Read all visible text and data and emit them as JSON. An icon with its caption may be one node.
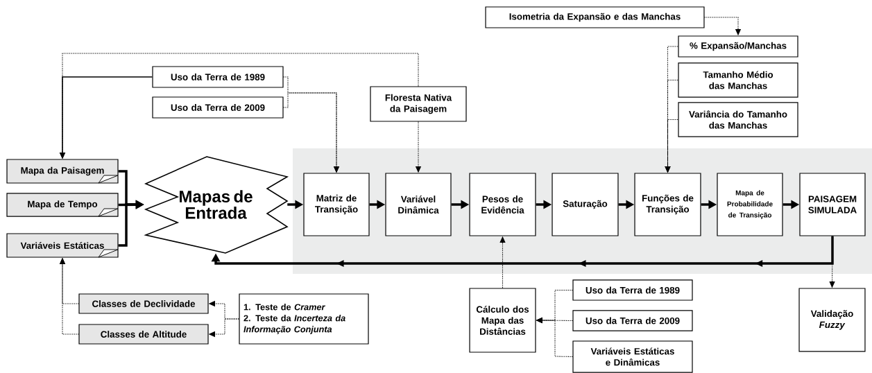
{
  "diagram": {
    "nodes": [
      {
        "text": [
          "Isometria da Expansão e das Manchas"
        ]
      },
      {
        "text": [
          "% Expansão/Manchas"
        ]
      },
      {
        "text": [
          "Tamanho Médio das Manchas"
        ]
      },
      {
        "text": [
          "Variância do Tamanho das Manchas"
        ]
      },
      {
        "text": [
          "Uso da Terra de 1989"
        ]
      },
      {
        "text": [
          "Uso da Terra de 2009"
        ]
      },
      {
        "text": [
          "Floresta Nativa da Paisagem"
        ]
      },
      {
        "text": [
          "Mapa da Paisagem"
        ]
      },
      {
        "text": [
          "Mapa de Tempo"
        ]
      },
      {
        "text": [
          "Variáveis Estáticas"
        ]
      },
      {
        "text": [
          "Mapas de Entrada"
        ]
      },
      {
        "text": [
          "Matriz de Transição"
        ]
      },
      {
        "text": [
          "Variável Dinâmica"
        ]
      },
      {
        "text": [
          "Pesos de Evidência"
        ]
      },
      {
        "text": [
          "Saturação"
        ]
      },
      {
        "text": [
          "Funções de Transição"
        ]
      },
      {
        "text": [
          "Mapa de Probabilidade de Transição"
        ]
      },
      {
        "text": [
          "PAISAGEM SIMULADA"
        ]
      },
      {
        "text": [
          "Classes de Declividade"
        ]
      },
      {
        "text": [
          "Classes de Altitude"
        ]
      },
      {
        "text": [
          "1. Teste de *Cramer*",
          "2. Teste da *Incerteza da Informação Conjunta*"
        ]
      },
      {
        "text": [
          "Cálculo dos Mapa das Distâncias"
        ]
      },
      {
        "text": [
          "Uso da Terra de 1989"
        ]
      },
      {
        "text": [
          "Uso da Terra de 2009"
        ]
      },
      {
        "text": [
          "Variáveis Estáticas e Dinâmicas"
        ]
      },
      {
        "text": [
          "Validação *Fuzzy*"
        ]
      }
    ],
    "edges": [
      {
        "from": 0,
        "to": 1,
        "arrow": "to",
        "style": "dashed"
      },
      {
        "from": 1,
        "to": 15,
        "arrow": "to",
        "style": "dashed"
      },
      {
        "from": 2,
        "to": 15,
        "arrow": "to",
        "style": "dashed"
      },
      {
        "from": 3,
        "to": 15,
        "arrow": "to",
        "style": "dashed"
      },
      {
        "from": 4,
        "to": 7,
        "arrow": "to"
      },
      {
        "from": 6,
        "to": 7,
        "arrow": "to",
        "style": "dashed"
      },
      {
        "from": 6,
        "to": 12,
        "arrow": "to",
        "style": "dashed"
      },
      {
        "from": 4,
        "to": 11,
        "arrow": "to",
        "style": "dashed"
      },
      {
        "from": 5,
        "to": 11,
        "arrow": "to",
        "style": "dashed"
      },
      {
        "from": 7,
        "to": 10,
        "arrow": "to",
        "style": "thick"
      },
      {
        "from": 8,
        "to": 10,
        "arrow": "to",
        "style": "thick"
      },
      {
        "from": 9,
        "to": 10,
        "arrow": "to",
        "style": "thick"
      },
      {
        "from": 10,
        "to": 11,
        "arrow": "to",
        "style": "thick"
      },
      {
        "from": 11,
        "to": 12,
        "arrow": "to",
        "style": "thick"
      },
      {
        "from": 12,
        "to": 13,
        "arrow": "to",
        "style": "thick"
      },
      {
        "from": 13,
        "to": 14,
        "arrow": "to",
        "style": "thick"
      },
      {
        "from": 14,
        "to": 15,
        "arrow": "to",
        "style": "thick"
      },
      {
        "from": 15,
        "to": 16,
        "arrow": "to",
        "style": "thick"
      },
      {
        "from": 16,
        "to": 17,
        "arrow": "to",
        "style": "thick"
      },
      {
        "from": 17,
        "to": 10,
        "arrow": "to",
        "style": "thick"
      },
      {
        "from": 17,
        "to": 25,
        "arrow": "to",
        "style": "dashed"
      },
      {
        "from": 21,
        "to": 13,
        "arrow": "to",
        "style": "dashed"
      },
      {
        "from": 22,
        "to": 21,
        "arrow": "to",
        "style": "dashed"
      },
      {
        "from": 23,
        "to": 21,
        "arrow": "to",
        "style": "dashed"
      },
      {
        "from": 24,
        "to": 21,
        "arrow": "to",
        "style": "dashed"
      },
      {
        "from": 20,
        "to": 18,
        "arrow": "to",
        "style": "dashed"
      },
      {
        "from": 20,
        "to": 19,
        "arrow": "to",
        "style": "dashed"
      },
      {
        "from": 18,
        "to": 9,
        "arrow": "to",
        "style": "dashed"
      },
      {
        "from": 19,
        "to": 9,
        "arrow": "to",
        "style": "dashed"
      }
    ]
  }
}
